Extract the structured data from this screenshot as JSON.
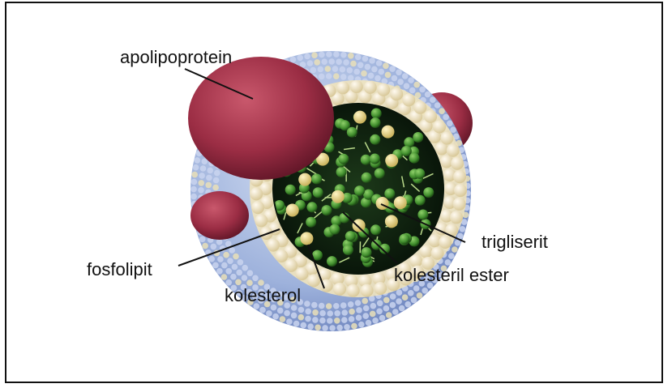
{
  "labels": {
    "apolipoprotein": "apolipoprotein",
    "fosfolipit": "fosfolipit",
    "kolesterol": "kolesterol",
    "trigliserit": "trigliserit",
    "kolesteril_ester": "kolesteril ester"
  },
  "colors": {
    "apoprotein": "#9b2d44",
    "shell_blue": "#9eb2dc",
    "cholesterol_cream": "#f1e6c2",
    "core_dark": "#0d1f0e",
    "ester_green": "#3f8c2c",
    "triglyceride_yellow": "#e8d78a"
  }
}
